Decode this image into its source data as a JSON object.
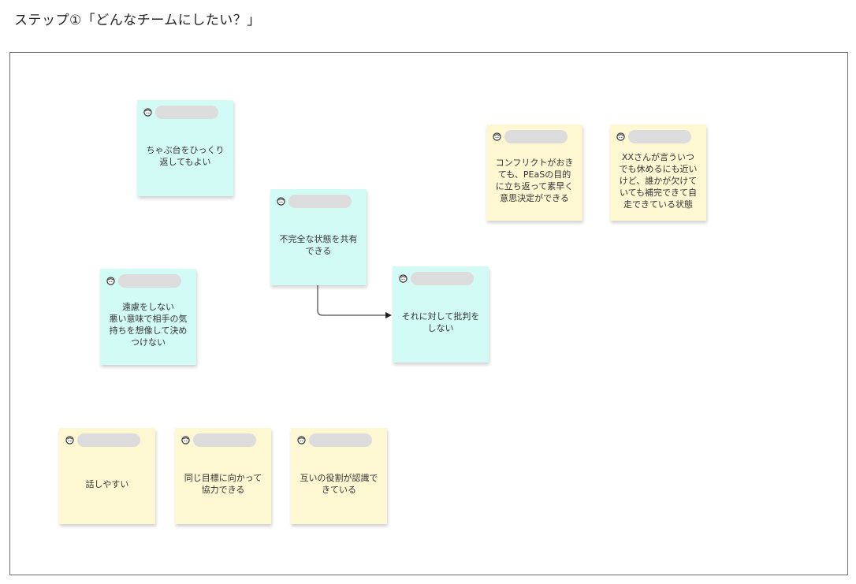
{
  "page": {
    "title": "ステップ①「どんなチームにしたい？」"
  },
  "colors": {
    "cyan_note": "#d2fbf5",
    "yellow_note": "#fdf7d2",
    "name_pill": "#dcdcdc",
    "border": "#6b6b6b"
  },
  "notes": [
    {
      "id": "note-chabudai",
      "color": "cyan",
      "icon": "face-icon",
      "text": "ちゃぶ台をひっくり\n返してもよい"
    },
    {
      "id": "note-incomplete",
      "color": "cyan",
      "icon": "face-icon",
      "text": "不完全な状態を共有\nできる"
    },
    {
      "id": "note-no-criticism",
      "color": "cyan",
      "icon": "face-icon",
      "text": "それに対して批判を\nしない"
    },
    {
      "id": "note-no-reserve",
      "color": "cyan",
      "icon": "face-icon",
      "text": "遠慮をしない\n悪い意味で相手の気\n持ちを想像して決め\nつけない"
    },
    {
      "id": "note-conflict",
      "color": "yellow",
      "icon": "face-icon",
      "text": "コンフリクトがおき\nても、PEaSの目的\nに立ち返って素早く\n意思決定ができる"
    },
    {
      "id": "note-xx",
      "color": "yellow",
      "icon": "face-icon",
      "text": "XXさんが言ういつ\nでも休めるにも近い\nけど、誰かが欠けて\nいても補完できて自\n走できている状態"
    },
    {
      "id": "note-easy-talk",
      "color": "yellow",
      "icon": "face-icon",
      "text": "話しやすい"
    },
    {
      "id": "note-same-goal",
      "color": "yellow",
      "icon": "face-icon",
      "text": "同じ目標に向かって\n協力できる"
    },
    {
      "id": "note-roles",
      "color": "yellow",
      "icon": "face-icon",
      "text": "互いの役割が認識で\nきている"
    }
  ]
}
